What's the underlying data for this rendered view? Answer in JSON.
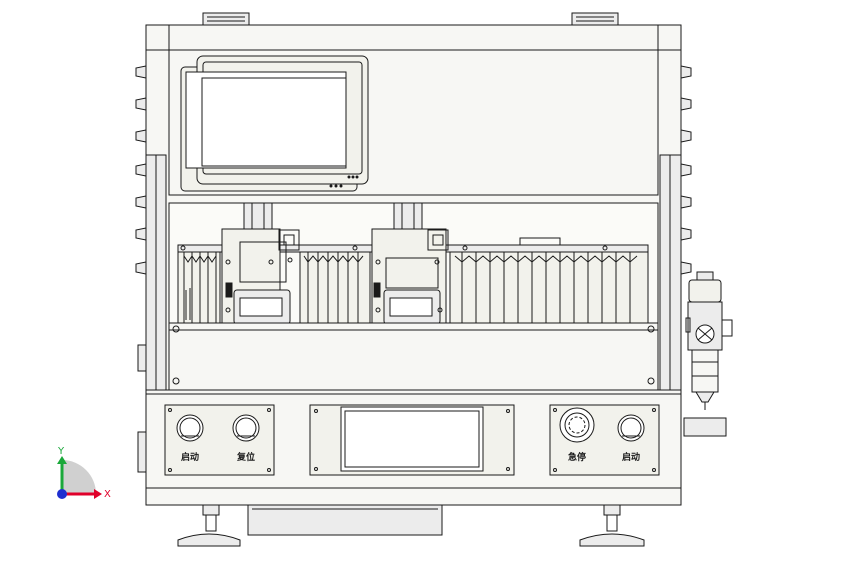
{
  "control_panel": {
    "left_group": {
      "button_1_label": "启动",
      "button_2_label": "复位"
    },
    "right_group": {
      "estop_label": "急停",
      "start_label": "启动"
    }
  },
  "triad": {
    "x_label": "X",
    "y_label": "Y",
    "x_color": "#e0002a",
    "y_color": "#1aa83a",
    "z_color": "#1f2fd0"
  },
  "colors": {
    "line": "#1a1a1a",
    "panel_fill": "#f2f2ec",
    "frame_fill": "#ececec",
    "window_fill": "#dcdcdc"
  }
}
